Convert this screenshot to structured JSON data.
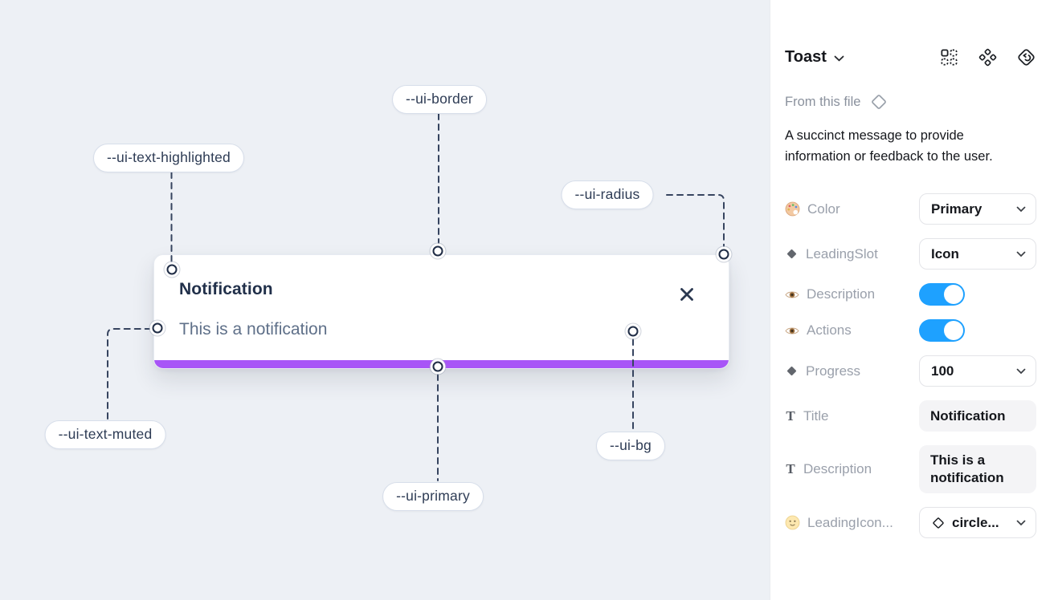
{
  "canvas": {
    "background": "#edf0f5",
    "toast": {
      "title": "Notification",
      "description": "This is a notification"
    },
    "annotations": [
      {
        "label": "--ui-border"
      },
      {
        "label": "--ui-text-highlighted"
      },
      {
        "label": "--ui-radius"
      },
      {
        "label": "--ui-text-muted"
      },
      {
        "label": "--ui-primary"
      },
      {
        "label": "--ui-bg"
      }
    ],
    "colors": {
      "primary_bar": "#a855f7",
      "connector": "#36445f"
    }
  },
  "panel": {
    "title": "Toast",
    "source_label": "From this file",
    "description": "A succinct message to provide information or feedback to the user.",
    "header_icons": [
      "component-grid-icon",
      "variants-icon",
      "swap-diamond-icon"
    ],
    "properties": [
      {
        "icon": "palette-icon",
        "label": "Color",
        "control": "dropdown",
        "value": "Primary"
      },
      {
        "icon": "diamond-icon",
        "label": "LeadingSlot",
        "control": "dropdown",
        "value": "Icon"
      },
      {
        "icon": "eye-icon",
        "label": "Description",
        "control": "toggle",
        "value": "on"
      },
      {
        "icon": "eye-icon",
        "label": "Actions",
        "control": "toggle",
        "value": "on"
      },
      {
        "icon": "diamond-icon",
        "label": "Progress",
        "control": "dropdown",
        "value": "100"
      },
      {
        "icon": "text-icon",
        "label": "Title",
        "control": "text",
        "value": "Notification"
      },
      {
        "icon": "text-icon",
        "label": "Description",
        "control": "text",
        "value": "This is a notification"
      },
      {
        "icon": "smiley-icon",
        "label": "LeadingIcon...",
        "control": "dropdown",
        "value": "circle..."
      }
    ],
    "colors": {
      "toggle_on": "#1ea1ff"
    }
  }
}
